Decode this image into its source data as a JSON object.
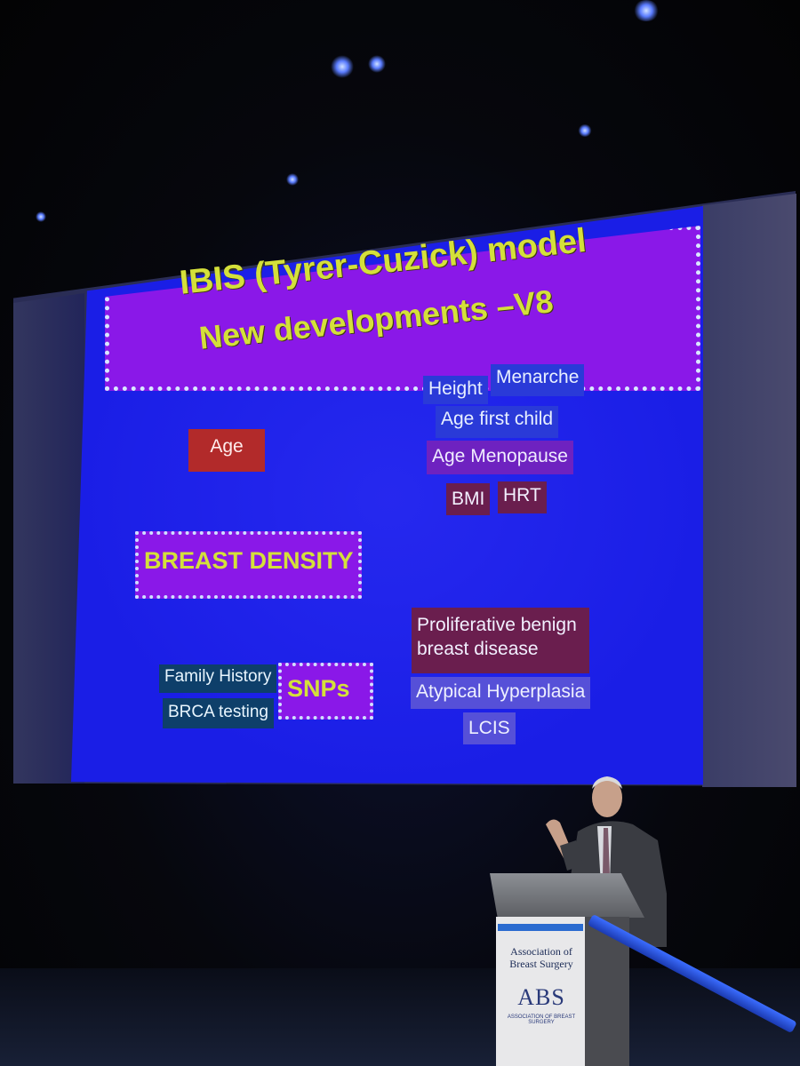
{
  "slide": {
    "title_line1": "IBIS (Tyrer-Cuzick) model",
    "title_line2": "New developments –V8",
    "factors": {
      "age": "Age",
      "height": "Height",
      "menarche": "Menarche",
      "age_first_child": "Age first child",
      "age_menopause": "Age Menopause",
      "bmi": "BMI",
      "hrt": "HRT",
      "breast_density": "BREAST DENSITY",
      "family_history": "Family History",
      "brca_testing": "BRCA testing",
      "snps": "SNPs",
      "proliferative_line1": "Proliferative benign",
      "proliferative_line2": "breast disease",
      "atypical_hyperplasia": "Atypical Hyperplasia",
      "lcis": "LCIS"
    }
  },
  "lectern": {
    "org_line1": "Association of",
    "org_line2": "Breast Surgery",
    "logo": "ABS",
    "logo_sub": "ASSOCIATION OF BREAST SURGERY"
  },
  "colors": {
    "slide_bg": "#1a1ee6",
    "title_box": "#8a18e8",
    "title_text": "#d4e03a"
  }
}
